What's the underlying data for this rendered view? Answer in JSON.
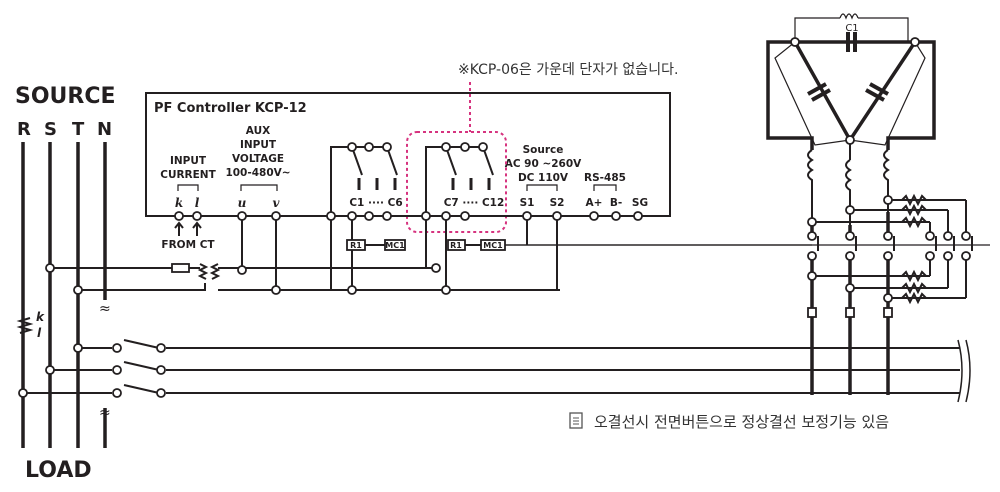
{
  "source_label": "SOURCE",
  "load_label": "LOAD",
  "phases": [
    "R",
    "S",
    "T",
    "N"
  ],
  "controller": {
    "title": "PF Controller KCP-12",
    "input_current": [
      "INPUT",
      "CURRENT"
    ],
    "aux": [
      "AUX",
      "INPUT",
      "VOLTAGE",
      "100-480V~"
    ],
    "terminals_kl": [
      "k",
      "l"
    ],
    "terminals_uv": [
      "u",
      "v"
    ],
    "from_ct": "FROM CT",
    "c_group1": "C1 ···· C6",
    "c_group2": "C7 ···· C12",
    "source": [
      "Source",
      "AC 90 ~260V",
      "DC 110V"
    ],
    "s_terms": [
      "S1",
      "S2"
    ],
    "rs485": "RS-485",
    "rs_terms": [
      "A+",
      "B-",
      "SG"
    ]
  },
  "relay_labels": [
    "R1",
    "MC1"
  ],
  "capacitor_label": "C1",
  "ct_labels": [
    "k",
    "l"
  ],
  "notes": {
    "kcp06": "※KCP-06은 가운데 단자가 없습니다.",
    "correction": "오결선시 전면버튼으로 정상결선 보정기능 있음"
  },
  "colors": {
    "line": "#231f20",
    "highlight": "#d6337f"
  }
}
